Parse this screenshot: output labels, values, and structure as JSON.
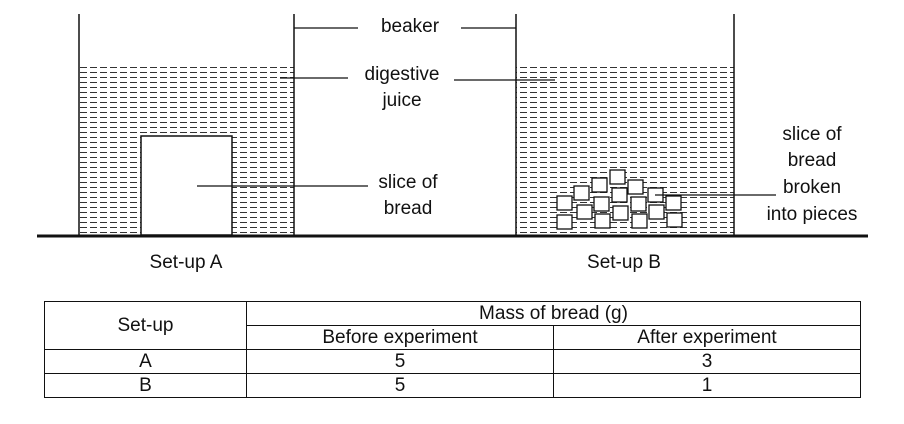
{
  "labels": {
    "beaker": "beaker",
    "digestive_juice_1": "digestive",
    "digestive_juice_2": "juice",
    "slice_a_1": "slice of",
    "slice_a_2": "bread",
    "slice_b_1": "slice of",
    "slice_b_2": "bread",
    "slice_b_3": "broken",
    "slice_b_4": "into pieces",
    "setup_a": "Set-up A",
    "setup_b": "Set-up B"
  },
  "table": {
    "col_setup": "Set-up",
    "col_mass": "Mass of bread (g)",
    "col_before": "Before experiment",
    "col_after": "After experiment",
    "rows": [
      {
        "setup": "A",
        "before": "5",
        "after": "3"
      },
      {
        "setup": "B",
        "before": "5",
        "after": "1"
      }
    ]
  }
}
